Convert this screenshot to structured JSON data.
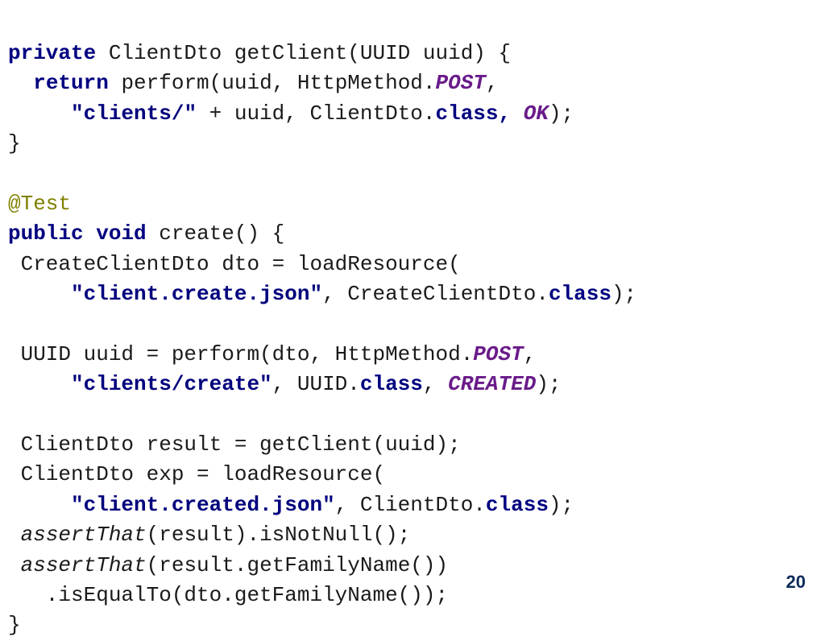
{
  "code": {
    "l1": {
      "kw1": "private",
      "t1": " ClientDto getClient(UUID uuid) {"
    },
    "l2": {
      "ind": "  ",
      "kw1": "return",
      "t1": " perform(uuid, HttpMethod.",
      "c1": "POST",
      "t2": ","
    },
    "l3": {
      "ind": "     ",
      "s1": "\"clients/\"",
      "t1": " + uuid, ClientDto.",
      "kw1": "class",
      "t2": ", ",
      "c1": "OK",
      "t3": ");"
    },
    "l4": {
      "t1": "}"
    },
    "l5": {
      "t1": ""
    },
    "l6": {
      "a1": "@Test"
    },
    "l7": {
      "kw1": "public",
      "t1": " ",
      "kw2": "void",
      "t2": " create() {"
    },
    "l8": {
      "t1": " CreateClientDto dto = loadResource("
    },
    "l9": {
      "ind": "     ",
      "s1": "\"client.create.json\"",
      "t1": ", CreateClientDto.",
      "kw1": "class",
      "t2": ");"
    },
    "l10": {
      "t1": ""
    },
    "l11": {
      "t1": " UUID uuid = perform(dto, HttpMethod.",
      "c1": "POST",
      "t2": ","
    },
    "l12": {
      "ind": "     ",
      "s1": "\"clients/create\"",
      "t1": ", UUID.",
      "kw1": "class",
      "t2": ", ",
      "c1": "CREATED",
      "t3": ");"
    },
    "l13": {
      "t1": ""
    },
    "l14": {
      "t1": " ClientDto result = getClient(uuid);"
    },
    "l15": {
      "t1": " ClientDto exp = loadResource("
    },
    "l16": {
      "ind": "     ",
      "s1": "\"client.created.json\"",
      "t1": ", ClientDto.",
      "kw1": "class",
      "t2": ");"
    },
    "l17": {
      "ind": " ",
      "i1": "assertThat",
      "t1": "(result).isNotNull();"
    },
    "l18": {
      "ind": " ",
      "i1": "assertThat",
      "t1": "(result.getFamilyName())"
    },
    "l19": {
      "t1": "   .isEqualTo(dto.getFamilyName());"
    },
    "l20": {
      "t1": "}"
    }
  },
  "page_number": "20"
}
